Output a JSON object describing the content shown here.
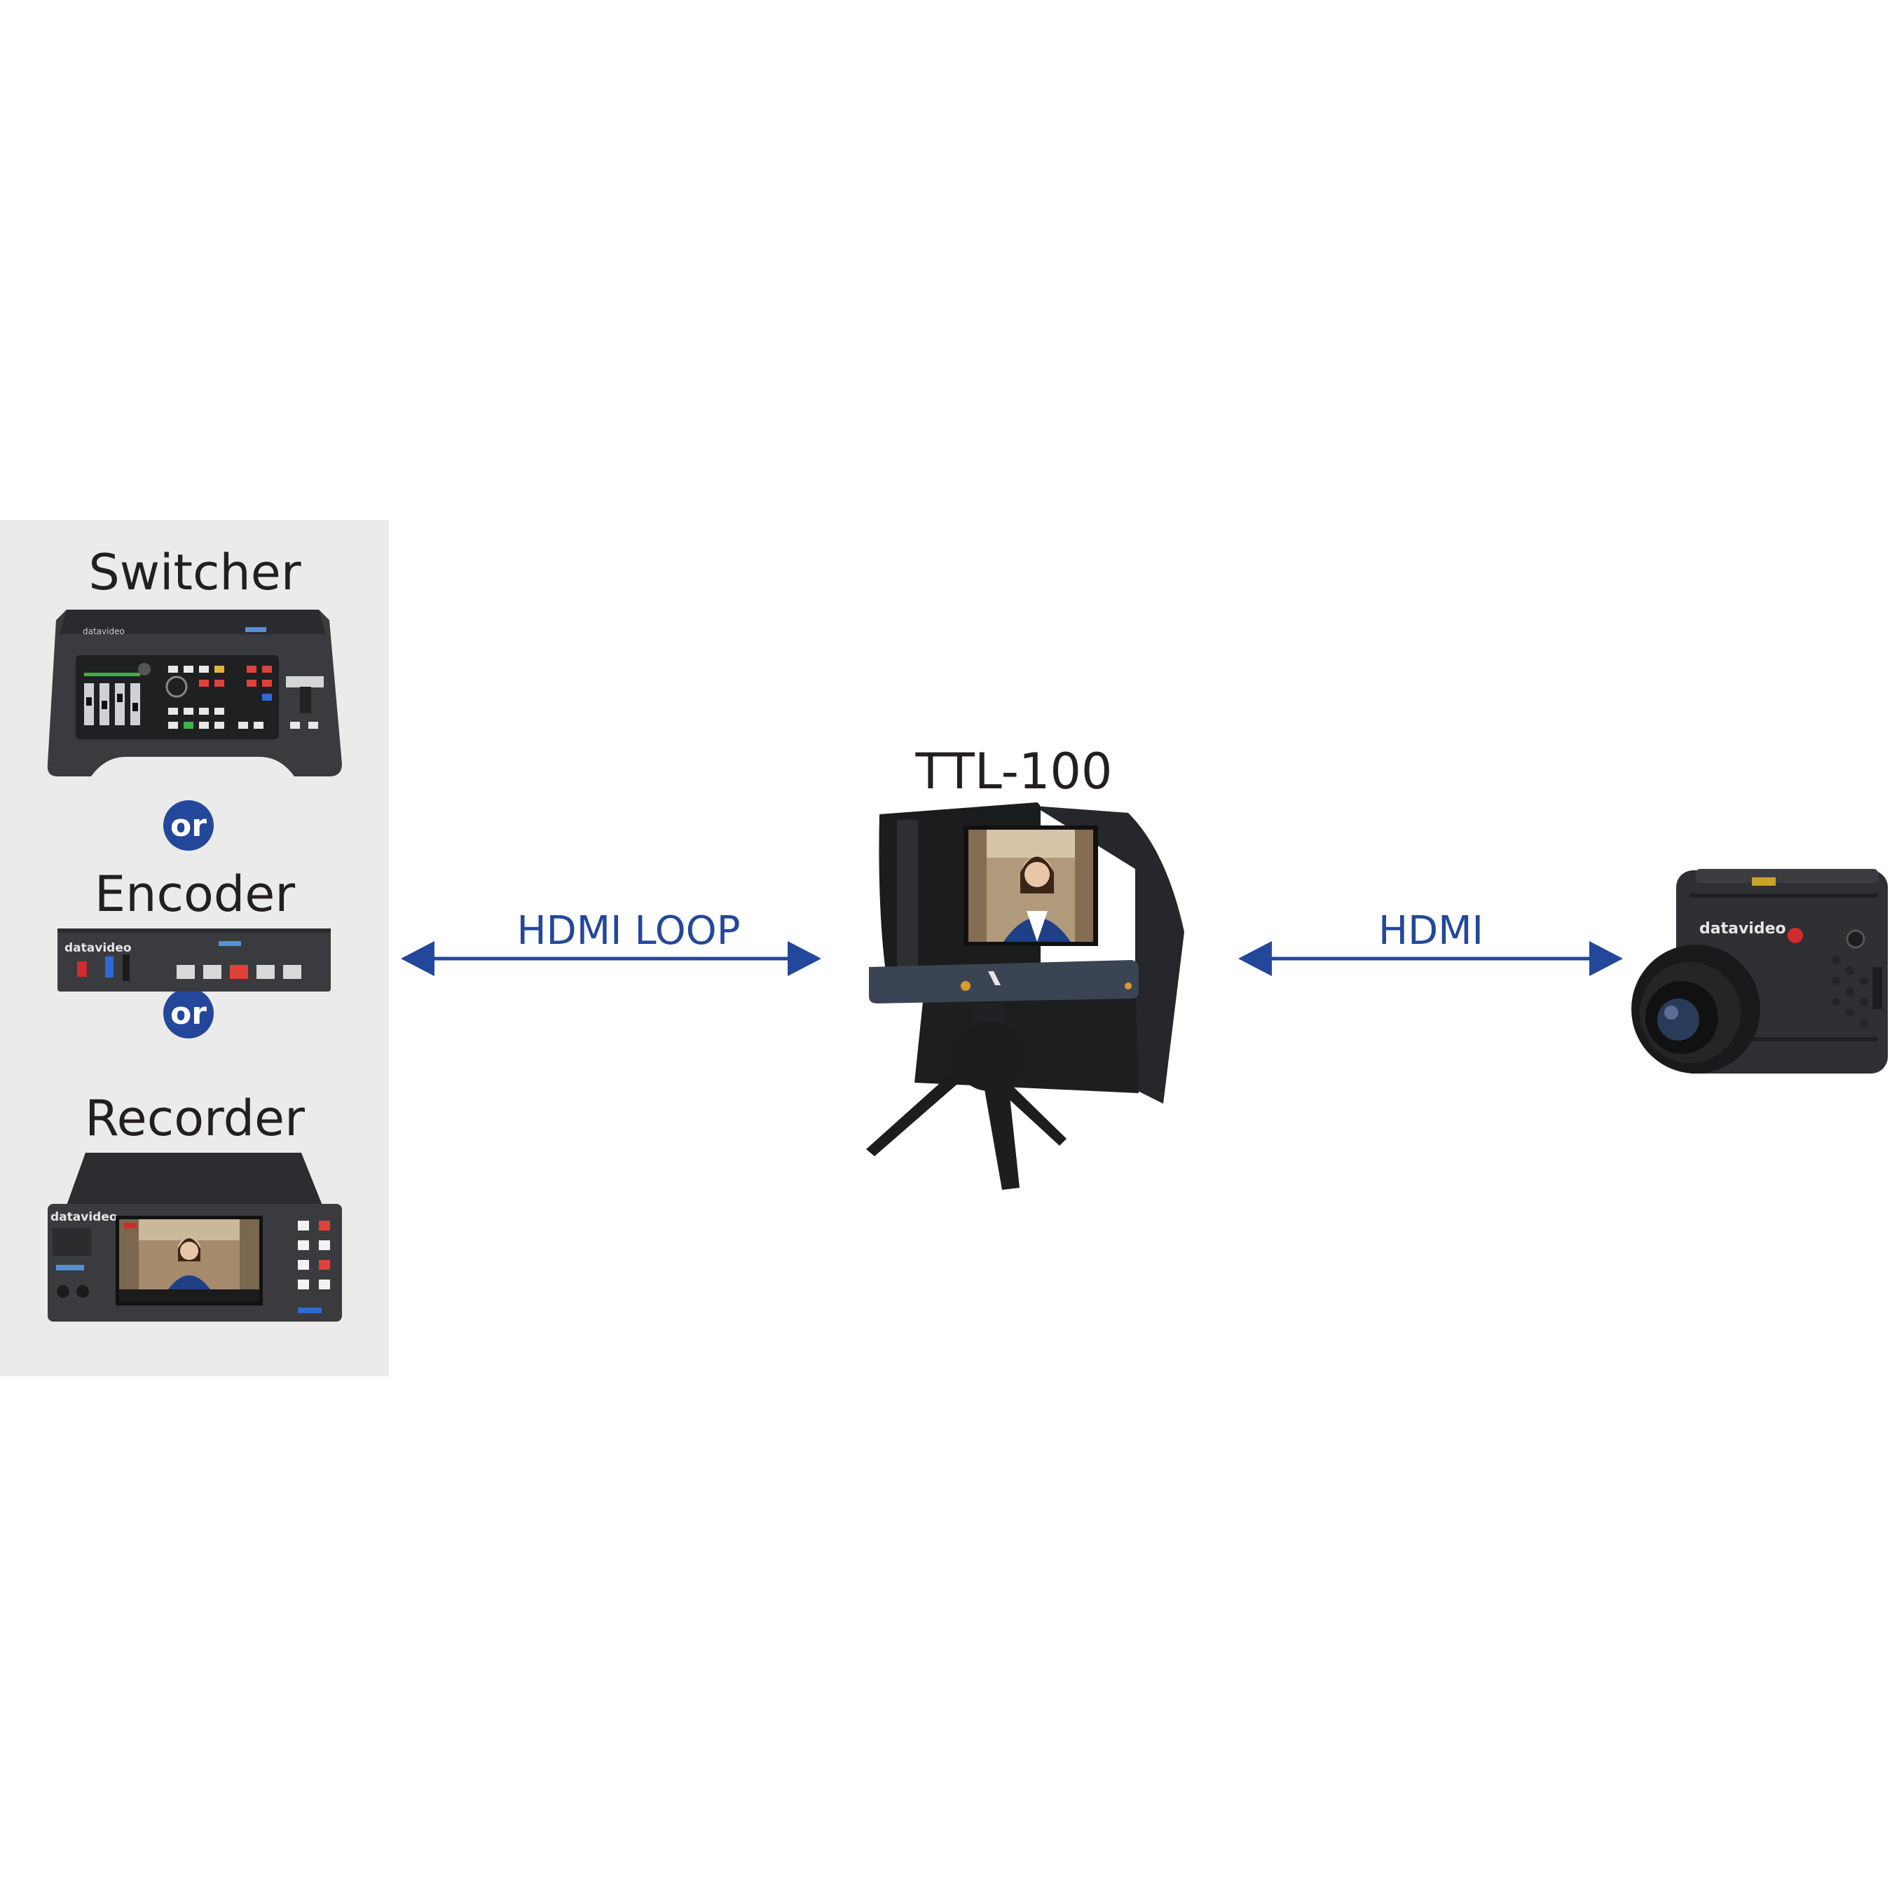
{
  "left_panel": {
    "options": [
      {
        "label": "Switcher"
      },
      {
        "label": "Encoder"
      },
      {
        "label": "Recorder"
      }
    ],
    "separator_label": "or",
    "brand_text": "datavideo"
  },
  "center_device": {
    "label": "TTL-100"
  },
  "connections": [
    {
      "label": "HDMI LOOP"
    },
    {
      "label": "HDMI"
    }
  ],
  "colors": {
    "accent": "#23479a",
    "panel_bg": "#ebebeb",
    "text": "#231f20"
  },
  "icons": {
    "switcher": "video-switcher-icon",
    "encoder": "streaming-encoder-icon",
    "recorder": "video-recorder-icon",
    "teleprompter": "tablet-teleprompter-on-tripod-icon",
    "camera": "box-camera-icon"
  }
}
